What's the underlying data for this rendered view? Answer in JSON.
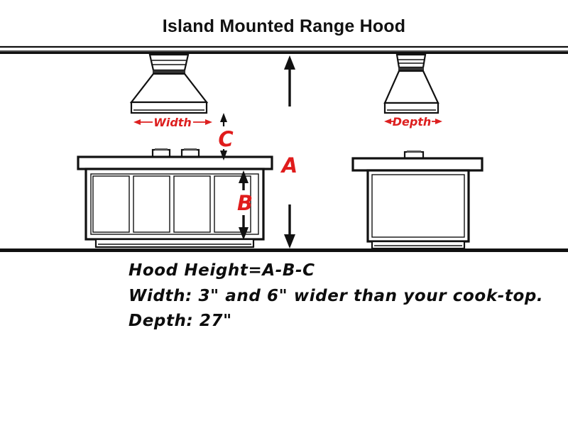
{
  "title": "Island Mounted Range Hood",
  "labels": {
    "width": "Width",
    "depth": "Depth",
    "a": "A",
    "b": "B",
    "c": "C"
  },
  "notes": [
    "Hood Height=A-B-C",
    "Width: 3\" and 6\" wider than your cook-top.",
    "Depth: 27\""
  ],
  "colors": {
    "dimension_red": "#dd2020",
    "letter_red": "#e01c1c",
    "line_black": "#111111",
    "background": "#ffffff"
  },
  "structures": {
    "ceiling": "ceiling-line",
    "floor": "floor-line",
    "front_view": "front-elevation",
    "side_view": "side-elevation"
  }
}
